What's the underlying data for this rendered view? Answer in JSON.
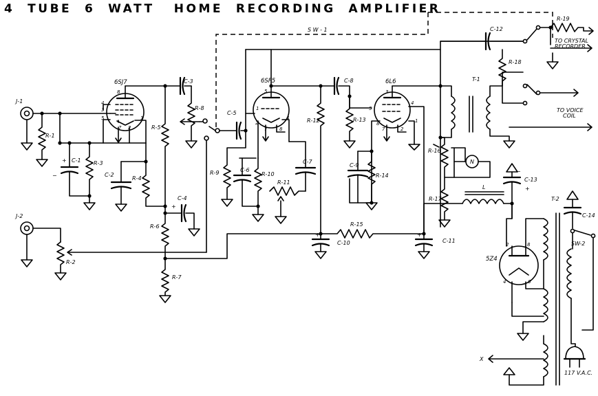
{
  "title": "4  TUBE  6  WATT   HOME  RECORDING  AMPLIFIER",
  "tubes": {
    "v1": "6SJ7",
    "v2": "6SF5",
    "v3": "6L6",
    "v4": "5Z4"
  },
  "jacks": {
    "j1": "J-1",
    "j2": "J-2"
  },
  "switches": {
    "sw1": "S W - 1",
    "sw2": "SW-2"
  },
  "transformers": {
    "t1": "T-1",
    "t2": "T-2"
  },
  "choke": "L",
  "meter": "N",
  "resistors": {
    "r1": "R-1",
    "r2": "R-2",
    "r3": "R-3",
    "r4": "R-4",
    "r5": "R-5",
    "r6": "R-6",
    "r7": "R-7",
    "r8": "R-8",
    "r9": "R-9",
    "r10": "R-10",
    "r11": "R-11",
    "r12": "R-12",
    "r13": "R-13",
    "r14": "R-14",
    "r15": "R-15",
    "r16": "R-16",
    "r17": "R-17",
    "r18": "R-18",
    "r19": "R-19"
  },
  "capacitors": {
    "c1": "C-1",
    "c2": "C-2",
    "c3": "C-3",
    "c4": "C-4",
    "c5": "C-5",
    "c6": "C-6",
    "c7": "C-7",
    "c8": "C-8",
    "c9": "C-9",
    "c10": "C-10",
    "c11": "C-11",
    "c12": "C-12",
    "c13": "C-13",
    "c14": "C-14"
  },
  "outputs": {
    "crystal_line1": "TO CRYSTAL",
    "crystal_line2": "RECORDER",
    "voice_line1": "TO VOICE",
    "voice_line2": "COIL",
    "mains": "117 V.A.C.",
    "x": "X"
  },
  "pins": {
    "v1": [
      "8",
      "4",
      "3",
      "5",
      "7",
      "2",
      "1"
    ],
    "v2": [
      "5",
      "1",
      "2",
      "7",
      "8",
      "4"
    ],
    "v3": [
      "3",
      "4",
      "5",
      "8",
      "7",
      "2",
      "1"
    ],
    "v4": [
      "2",
      "8",
      "4",
      "6"
    ]
  },
  "polarity": {
    "minus": "−",
    "plus": "+"
  }
}
